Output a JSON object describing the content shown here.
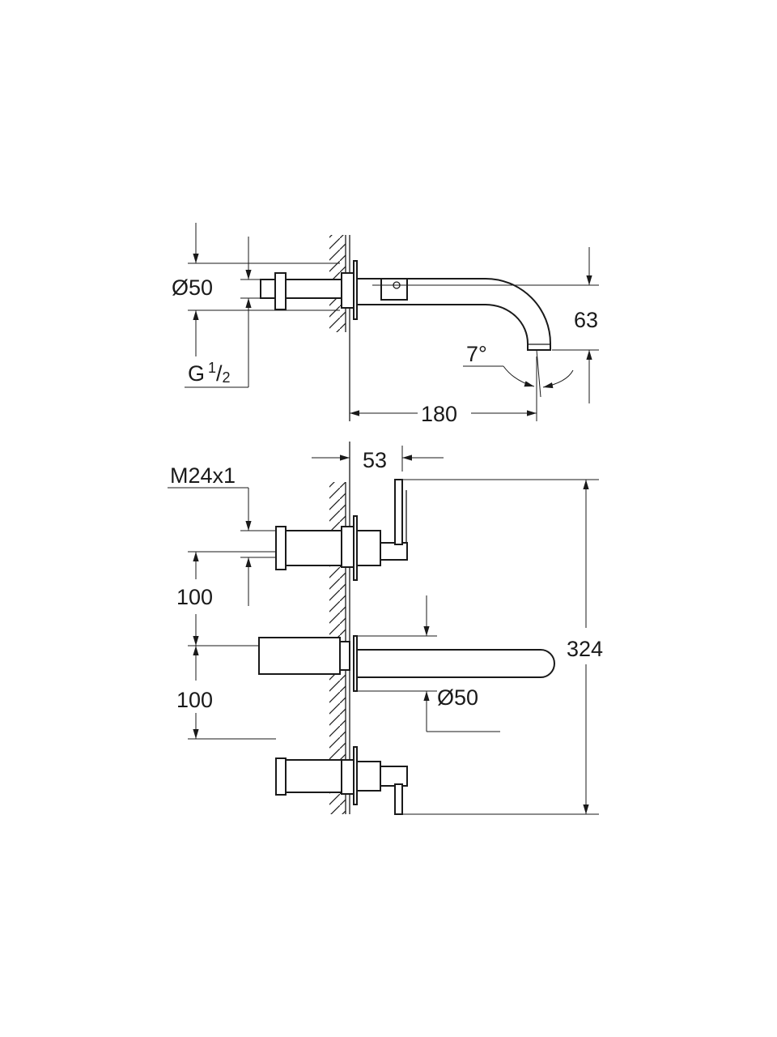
{
  "drawing": {
    "side_view": {
      "diameter_label": "Ø50",
      "thread_label_main": "G",
      "thread_label_num": "1",
      "thread_label_slash": "/",
      "thread_label_den": "2",
      "height_label": "63",
      "angle_label": "7°",
      "projection_label": "180"
    },
    "front_view": {
      "depth_label": "53",
      "thread_label": "M24x1",
      "spacing_upper_label": "100",
      "spacing_lower_label": "100",
      "spout_diameter_label": "Ø50",
      "total_height_label": "324"
    }
  }
}
